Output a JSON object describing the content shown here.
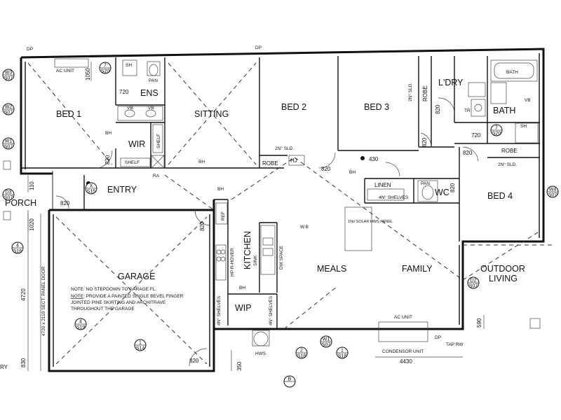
{
  "rooms": {
    "bed1": "BED 1",
    "ens": "ENS",
    "sitting": "SITTING",
    "bed2": "BED 2",
    "bed3": "BED 3",
    "laundry": "L'DRY",
    "bath": "BATH",
    "bed4": "BED 4",
    "wir": "WIR",
    "entry": "ENTRY",
    "porch": "PORCH",
    "garage": "GARAGE",
    "kitchen": "KITCHEN",
    "meals": "MEALS",
    "family": "FAMILY",
    "wip": "WIP",
    "wc": "WC",
    "linen": "LINEN",
    "outdoor_living_1": "OUTDOOR",
    "outdoor_living_2": "LIVING",
    "robe_bed3": "ROBE",
    "robe_bed2": "ROBE",
    "robe_bed4": "ROBE",
    "hj": "HJ"
  },
  "fixtures": {
    "ac_unit_bed1": "AC UNIT",
    "ac_unit_meals": "AC UNIT",
    "pan_ens": "PAN",
    "pan_wc": "PAN",
    "sh_ens": "SH",
    "sh_bath": "SH",
    "vb_1": "VB",
    "vb_2": "VB",
    "vb_bath": "VB",
    "bath_tub": "BATH",
    "shelf_wir_v": "SHELF",
    "shelf_wir_h": "SHELF",
    "ref": "REF",
    "wb": "W.B",
    "dw_space": "DW SPACE",
    "sink": "SINK",
    "hp_rhover": "HP R-HOVER",
    "four_n_shelves_1": "4N° SHELVES",
    "four_n_shelves_2": "4N° SHELVES",
    "four_n_shelves_3": "4N° SHELVES",
    "solar": "1No SOLAR HWS PANEL",
    "condensor": "CONDENSOR UNIT",
    "tap_rw": "TAP  RW",
    "hws": "HWS",
    "tr": "TR",
    "dp": "DP",
    "bh": "BH",
    "ra": "RA",
    "sld_bed2": "2N° SLD.",
    "sld_bed4": "2N° SLD.",
    "sld_bed3_v": "2N° SLD."
  },
  "dimensions": {
    "d1050": "1050",
    "d720_ens": "720",
    "d720_bath": "720",
    "d820_wir": "820",
    "d820_entry": "820",
    "d820_garage": "820",
    "d820_bed3": "820",
    "d820_lnd": "820",
    "d820_bed4": "820",
    "d820_hall": "820",
    "d820_robe": "820",
    "d820_gar_bot": "820",
    "d110": "110",
    "d1020": "1020",
    "d430": "430",
    "d4720": "4720",
    "d4720_door": "4720 x 2110 SECT. PANEL DOOR",
    "d830": "830",
    "d350": "350",
    "d590": "590",
    "d4430": "4430"
  },
  "notes": {
    "note1": "NOTE: NO STEPDOWN TO GARAGE FL.",
    "note2_prefix": "NOTE",
    "note2": ": PROVIDE A PAINTED SINGLE BEVEL FINGER",
    "note3": "JOINTED PINE SKIRTING AND ARCHITRAVE",
    "note4": "THROUGHOUT THE GARAGE",
    "ry": "RY"
  },
  "markers": [
    {
      "top": "7",
      "bottom": "S20"
    },
    {
      "top": "7",
      "bottom": "S20"
    },
    {
      "top": "4",
      "bottom": "S19"
    },
    {
      "top": "2",
      "bottom": "S18"
    },
    {
      "top": "1",
      "bottom": "S18"
    },
    {
      "top": "W1",
      "bottom": "S07"
    },
    {
      "top": "D2",
      "bottom": "S07"
    },
    {
      "top": "W3",
      "bottom": "S07"
    },
    {
      "top": "W2",
      "bottom": "S07"
    },
    {
      "top": "W1",
      "bottom": "S07"
    },
    {
      "top": "D3",
      "bottom": "S07"
    },
    {
      "top": "W4",
      "bottom": "S07"
    },
    {
      "top": "X",
      "bottom": "S15"
    },
    {
      "top": "B",
      "bottom": ""
    },
    {
      "top": "4",
      "bottom": "S16"
    },
    {
      "top": "1",
      "bottom": "S14"
    }
  ]
}
